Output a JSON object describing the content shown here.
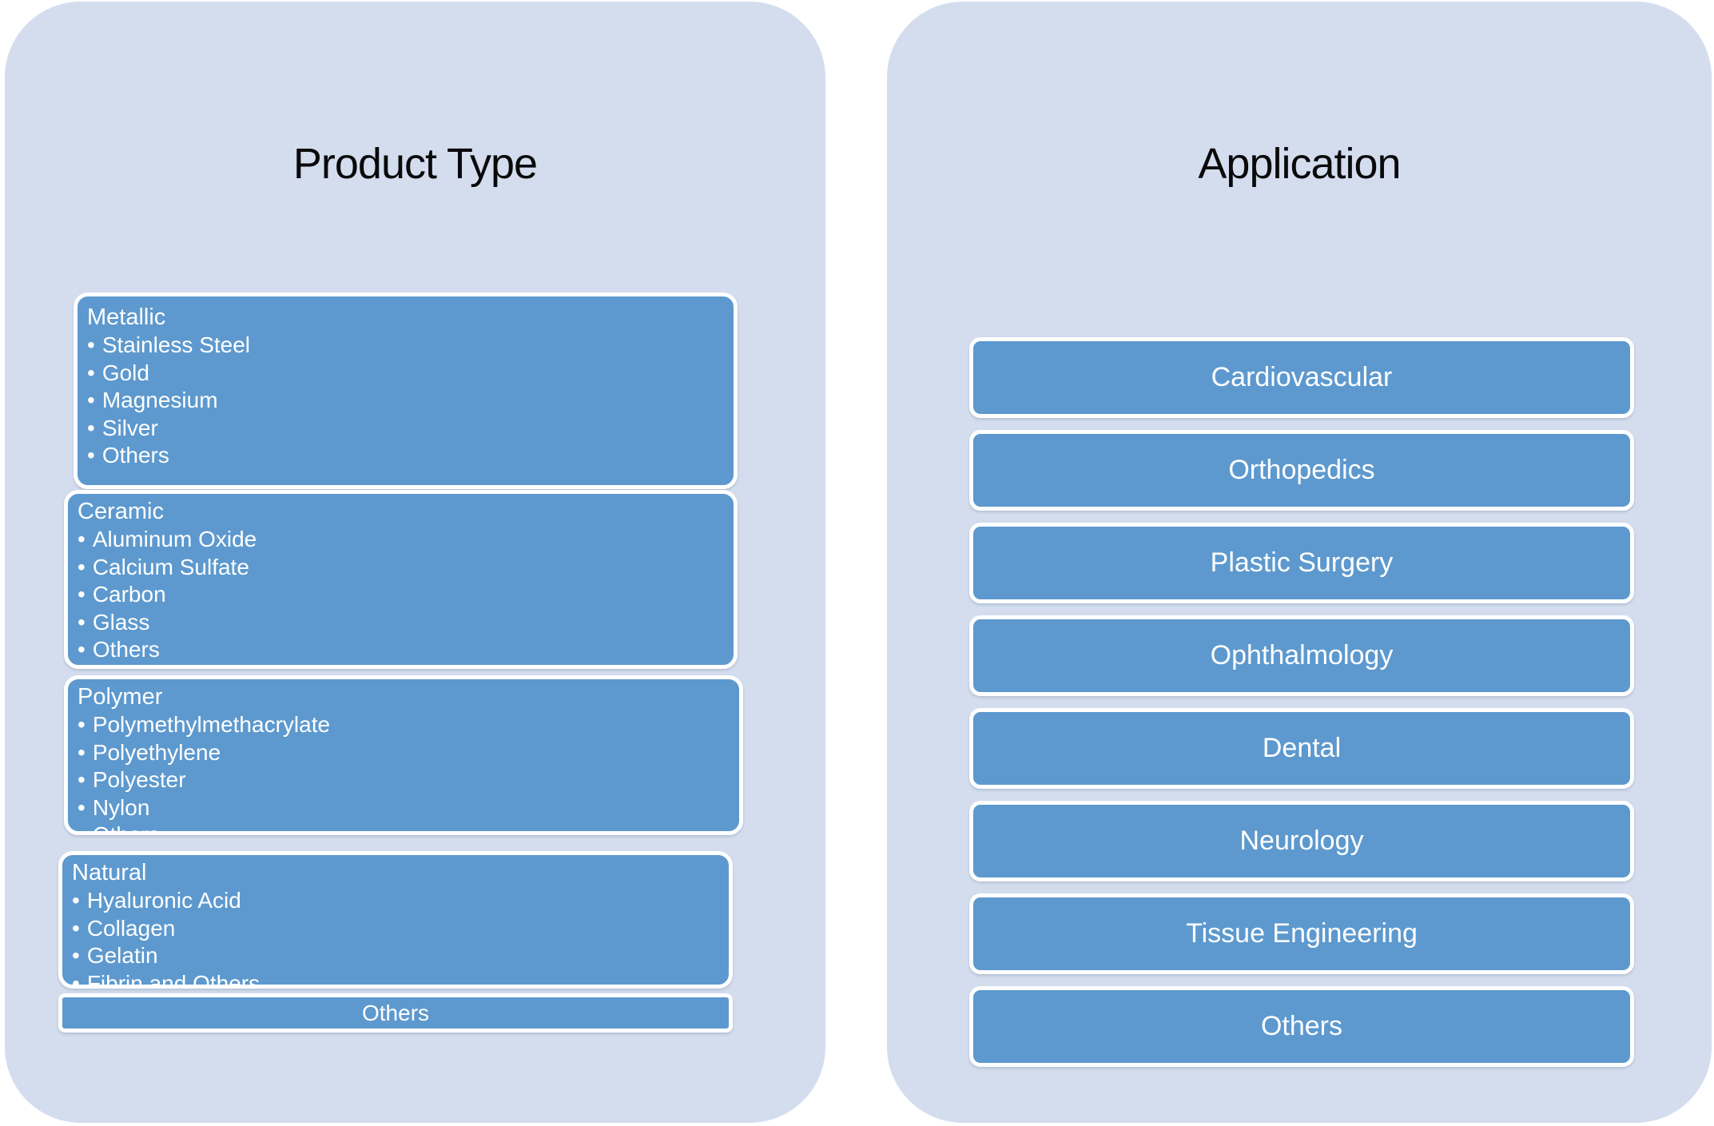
{
  "colors": {
    "page_bg": "#ffffff",
    "panel_bg": "#d3ddee",
    "box_blue": "#5d99ce",
    "box_border": "#ffffff",
    "box_text": "#ffffff",
    "title_text": "#0a0a0a"
  },
  "panels": [
    {
      "title": "Product Type",
      "categories": [
        {
          "title": "Metallic",
          "items": [
            "Stainless Steel",
            "Gold",
            "Magnesium",
            "Silver",
            "Others"
          ]
        },
        {
          "title": "Ceramic",
          "items": [
            "Aluminum Oxide",
            "Calcium Sulfate",
            "Carbon",
            "Glass",
            "Others"
          ]
        },
        {
          "title": "Polymer",
          "items": [
            "Polymethylmethacrylate",
            "Polyethylene",
            "Polyester",
            "Nylon",
            "Others"
          ]
        },
        {
          "title": "Natural",
          "items": [
            "Hyaluronic Acid",
            "Collagen",
            "Gelatin",
            "Fibrin and Others"
          ]
        }
      ],
      "footer_box": "Others"
    },
    {
      "title": "Application",
      "boxes": [
        "Cardiovascular",
        "Orthopedics",
        "Plastic Surgery",
        "Ophthalmology",
        "Dental",
        "Neurology",
        "Tissue Engineering",
        "Others"
      ]
    }
  ]
}
